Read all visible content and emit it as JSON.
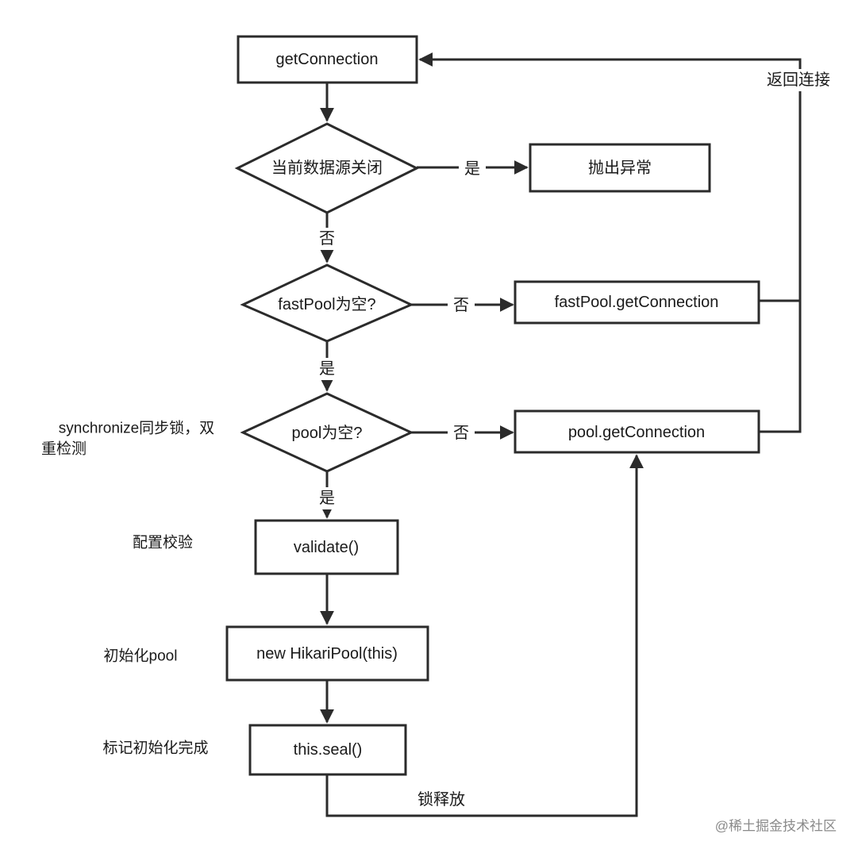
{
  "nodes": {
    "get_connection": "getConnection",
    "ds_closed": "当前数据源关闭",
    "throw_exception": "抛出异常",
    "fastpool_empty": "fastPool为空?",
    "fastpool_get": "fastPool.getConnection",
    "pool_empty": "pool为空?",
    "pool_get": "pool.getConnection",
    "validate": "validate()",
    "new_pool": "new HikariPool(this)",
    "seal": "this.seal()"
  },
  "edges": {
    "yes_throw": "是",
    "no_after_closed": "否",
    "no_fastpool": "否",
    "yes_fastpool": "是",
    "no_pool": "否",
    "yes_pool": "是",
    "return_conn": "返回连接",
    "lock_release": "锁释放"
  },
  "notes": {
    "sync_line1": "synchronize同步锁，双",
    "sync_line2": "重检测",
    "config_check": "配置校验",
    "init_pool": "初始化pool",
    "mark_init": "标记初始化完成"
  },
  "watermark": "@稀土掘金技术社区"
}
